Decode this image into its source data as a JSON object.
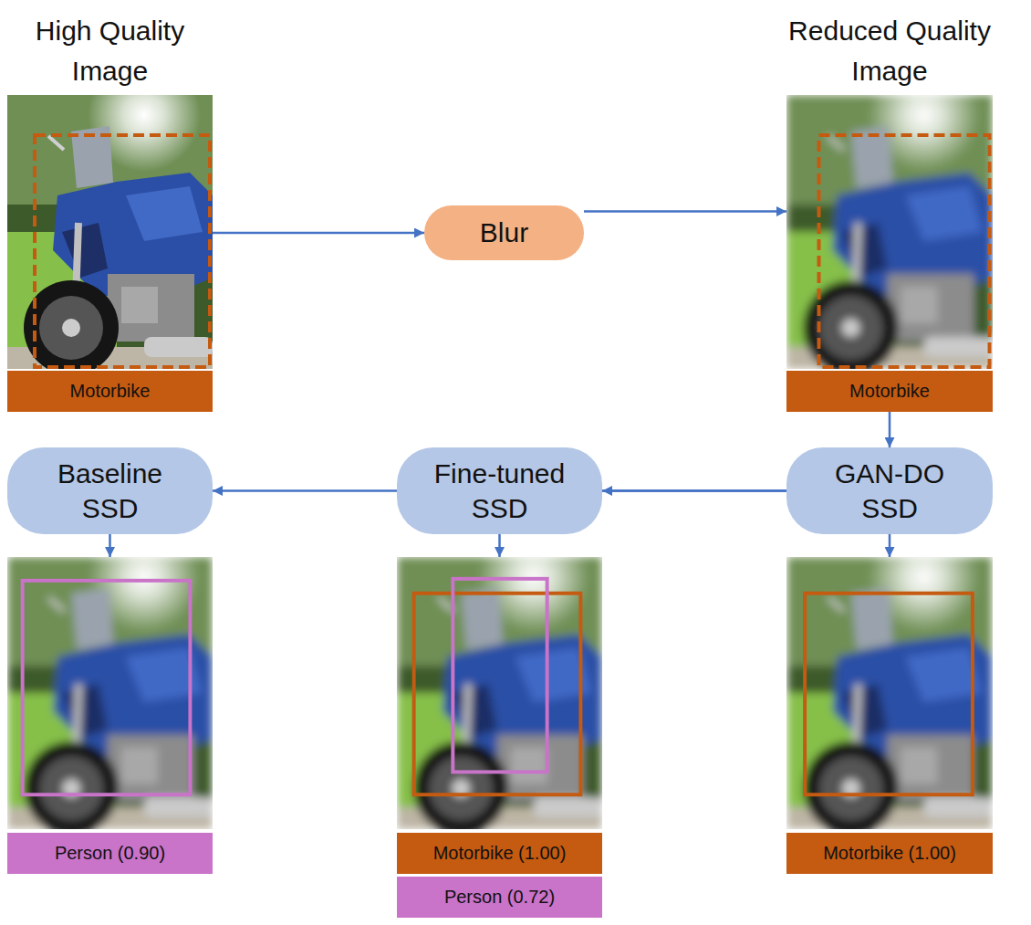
{
  "diagram": {
    "nodes": [
      {
        "text": [
          "High Quality Image",
          "Motorbike"
        ]
      },
      {
        "text": [
          "Blur"
        ]
      },
      {
        "text": [
          "Reduced Quality Image",
          "Motorbike"
        ]
      },
      {
        "text": [
          "Baseline SSD"
        ]
      },
      {
        "text": [
          "Fine-tuned SSD"
        ]
      },
      {
        "text": [
          "GAN-DO SSD"
        ]
      },
      {
        "text": [
          "Person (0.90)"
        ]
      },
      {
        "text": [
          "Motorbike (1.00)",
          "Person (0.72)"
        ]
      },
      {
        "text": [
          "Motorbike (1.00)"
        ]
      }
    ],
    "edges": [
      {
        "from": 0,
        "to": 1,
        "arrow": "to"
      },
      {
        "from": 1,
        "to": 2,
        "arrow": "to"
      },
      {
        "from": 2,
        "to": 3,
        "arrow": "to"
      },
      {
        "from": 2,
        "to": 4,
        "arrow": "to"
      },
      {
        "from": 2,
        "to": 5,
        "arrow": "to"
      },
      {
        "from": 3,
        "to": 6,
        "arrow": "to"
      },
      {
        "from": 4,
        "to": 7,
        "arrow": "to"
      },
      {
        "from": 5,
        "to": 8,
        "arrow": "to"
      }
    ]
  }
}
